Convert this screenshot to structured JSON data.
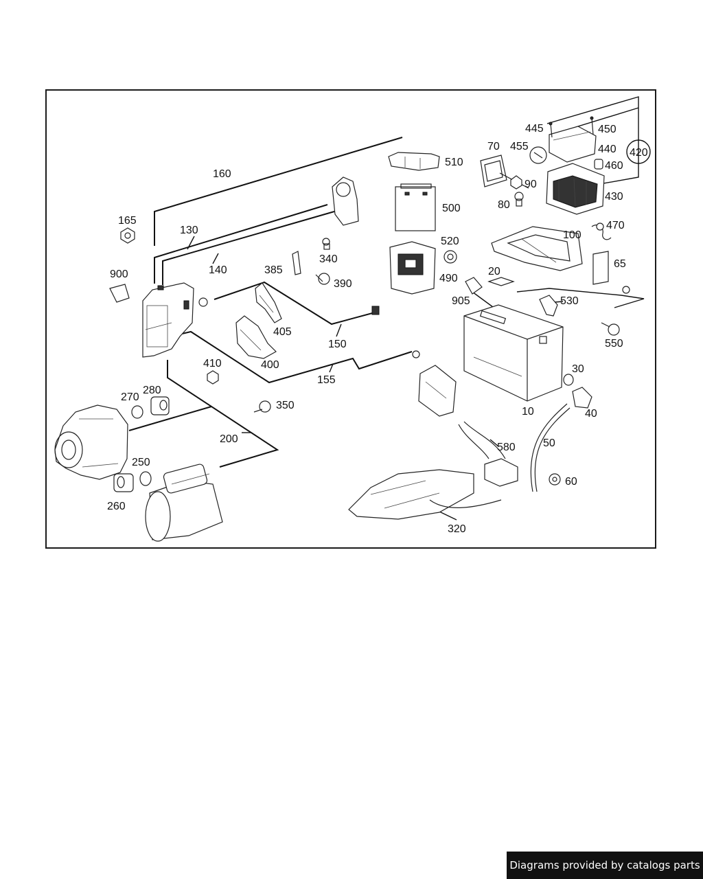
{
  "diagram": {
    "callouts": {
      "c10": "10",
      "c20": "20",
      "c30": "30",
      "c40": "40",
      "c50": "50",
      "c60": "60",
      "c65": "65",
      "c70": "70",
      "c80": "80",
      "c90": "90",
      "c100": "100",
      "c130": "130",
      "c140": "140",
      "c150": "150",
      "c155": "155",
      "c160": "160",
      "c165": "165",
      "c200": "200",
      "c250": "250",
      "c260": "260",
      "c270": "270",
      "c280": "280",
      "c320": "320",
      "c340": "340",
      "c350": "350",
      "c385": "385",
      "c390": "390",
      "c400": "400",
      "c405": "405",
      "c410": "410",
      "c420": "420",
      "c430": "430",
      "c440": "440",
      "c445": "445",
      "c450": "450",
      "c455": "455",
      "c460": "460",
      "c470": "470",
      "c490": "490",
      "c500": "500",
      "c510": "510",
      "c520": "520",
      "c530": "530",
      "c550": "550",
      "c580": "580",
      "c900": "900",
      "c905": "905"
    }
  },
  "footer": {
    "credit": "Diagrams provided by catalogs parts"
  }
}
